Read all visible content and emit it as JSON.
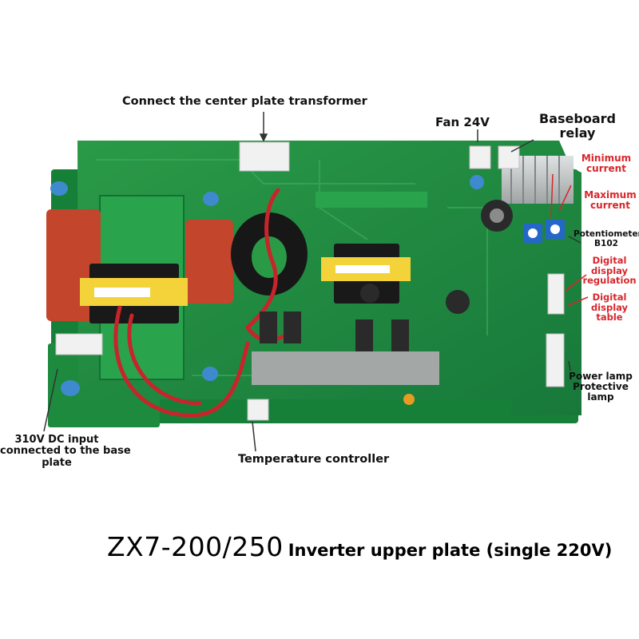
{
  "labels": {
    "center_transformer": "Connect the center plate transformer",
    "fan": "Fan 24V",
    "baseboard_relay_1": "Baseboard",
    "baseboard_relay_2": "relay",
    "min_current_1": "Minimum",
    "min_current_2": "current",
    "max_current_1": "Maximum",
    "max_current_2": "current",
    "potentiometer_1": "Potentiometer",
    "potentiometer_2": "B102",
    "digital_regulation_1": "Digital",
    "digital_regulation_2": "display",
    "digital_regulation_3": "regulation",
    "digital_table_1": "Digital",
    "digital_table_2": "display",
    "digital_table_3": "table",
    "power_lamp": "Power lamp",
    "protective_lamp_1": "Protective",
    "protective_lamp_2": "lamp",
    "dc_input_1": "310V DC input",
    "dc_input_2": "connected to the base",
    "dc_input_3": "plate",
    "temperature": "Temperature controller"
  },
  "caption": {
    "model": "ZX7-200/250",
    "description": "Inverter upper plate (single 220V)"
  },
  "colors": {
    "pcb_green": "#1f8a3d",
    "label_red": "#d8262b",
    "label_dark": "#111111"
  }
}
